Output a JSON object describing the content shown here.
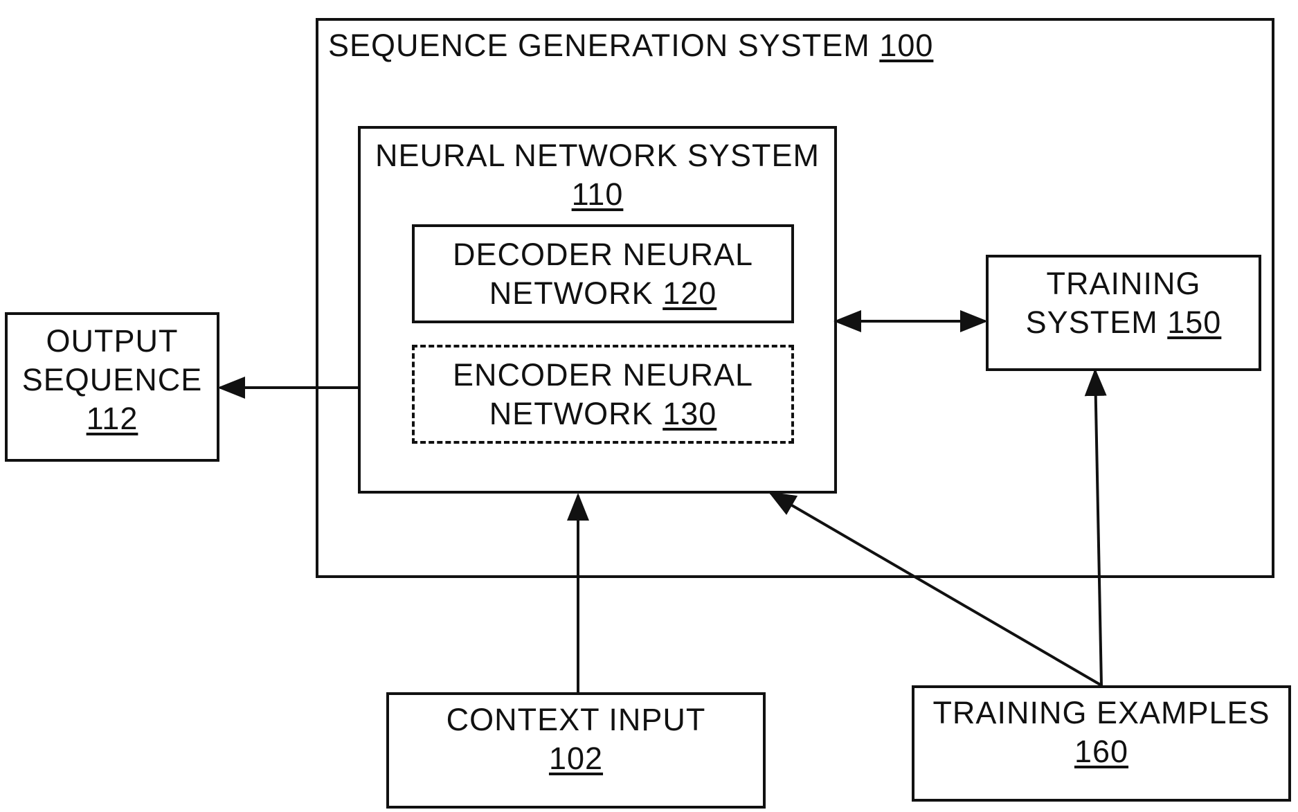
{
  "diagram": {
    "sequence_generation_system": {
      "title": "SEQUENCE GENERATION SYSTEM",
      "ref": "100"
    },
    "neural_network_system": {
      "title": "NEURAL NETWORK SYSTEM",
      "ref": "110"
    },
    "decoder_neural_network": {
      "line1": "DECODER NEURAL",
      "line2": "NETWORK",
      "ref": "120"
    },
    "encoder_neural_network": {
      "line1": "ENCODER NEURAL",
      "line2": "NETWORK",
      "ref": "130"
    },
    "training_system": {
      "line1": "TRAINING",
      "line2": "SYSTEM",
      "ref": "150"
    },
    "output_sequence": {
      "line1": "OUTPUT",
      "line2": "SEQUENCE",
      "ref": "112"
    },
    "context_input": {
      "title": "CONTEXT INPUT",
      "ref": "102"
    },
    "training_examples": {
      "title": "TRAINING EXAMPLES",
      "ref": "160"
    }
  },
  "edges": [
    {
      "from": "neural_network_system",
      "to": "output_sequence",
      "style": "single-arrow"
    },
    {
      "from": "neural_network_system",
      "to": "training_system",
      "style": "double-arrow"
    },
    {
      "from": "context_input",
      "to": "neural_network_system",
      "style": "single-arrow"
    },
    {
      "from": "training_examples",
      "to": "neural_network_system",
      "style": "single-arrow"
    },
    {
      "from": "training_examples",
      "to": "training_system",
      "style": "single-arrow"
    }
  ]
}
